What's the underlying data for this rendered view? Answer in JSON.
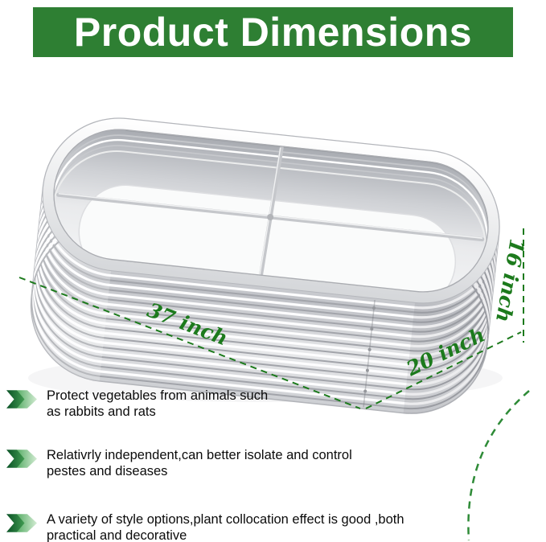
{
  "banner": {
    "title": "Product Dimensions"
  },
  "dimensions": {
    "length": "37 inch",
    "width": "20 inch",
    "height": "16 inch"
  },
  "features": {
    "items": [
      {
        "text": "Protect vegetables from animals such\nas rabbits and rats"
      },
      {
        "text": "Relativrly independent,can better isolate and control\npestes and diseases"
      },
      {
        "text": "A variety of style options,plant collocation effect  is good ,both\npractical and decorative"
      }
    ]
  },
  "icons": {
    "feature_bullet": "double-arrow-icon"
  },
  "colors": {
    "banner_bg": "#2e7f33",
    "dimension_green": "#1c7a1c",
    "dashed_curve_green": "#2e8b37",
    "arrow_dark_green": "#0a5226",
    "arrow_light_green": "#d4ecd4",
    "metal_silver": "#d4d6da"
  }
}
